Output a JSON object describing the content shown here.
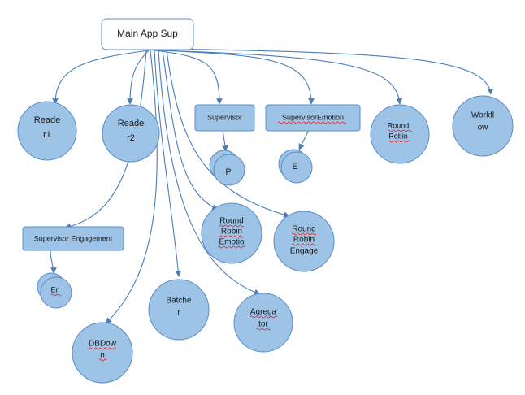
{
  "diagram": {
    "root": {
      "label": "Main App Sup"
    },
    "reader1": {
      "lines": [
        "Reade",
        "r1"
      ]
    },
    "reader2": {
      "lines": [
        "Reade",
        "r2"
      ]
    },
    "supervisor": {
      "label": "Supervisor"
    },
    "supervisor_p": {
      "label": "P"
    },
    "supervisor_emotion": {
      "label": "SupervisorEmotion"
    },
    "supervisor_emotion_e": {
      "label": "E"
    },
    "round_robin": {
      "lines": [
        "Round",
        "Robin"
      ]
    },
    "workflow": {
      "lines": [
        "Workfl",
        "ow"
      ]
    },
    "round_robin_emotion": {
      "lines": [
        "Round",
        "Robin",
        "Emotio"
      ]
    },
    "round_robin_engage": {
      "lines": [
        "Round",
        "Robin",
        "Engage"
      ]
    },
    "supervisor_engagement": {
      "label": "Supervisor Engagement"
    },
    "supervisor_engagement_en": {
      "label": "En"
    },
    "batcher": {
      "lines": [
        "Batche",
        "r"
      ]
    },
    "agregator": {
      "lines": [
        "Agrega",
        "tor"
      ]
    },
    "dbdown": {
      "lines": [
        "DBDow",
        "n"
      ]
    }
  },
  "colors": {
    "node_fill": "#9dc3e6",
    "node_stroke": "#5b8cc4",
    "connector": "#4a7ebb",
    "spellcheck": "#e0262b"
  }
}
